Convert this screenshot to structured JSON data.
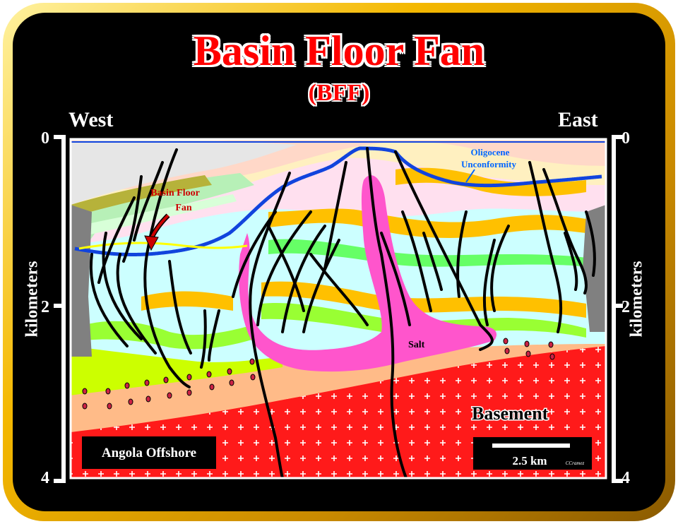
{
  "title": "Basin Floor Fan",
  "subtitle": "(BFF)",
  "directions": {
    "west": "West",
    "east": "East"
  },
  "depth_axis": {
    "label": "kilometers",
    "ticks": [
      "0",
      "2",
      "4"
    ]
  },
  "annotations": {
    "basin_floor_fan_line1": "Basin Floor",
    "basin_floor_fan_line2": "Fan",
    "unconformity_line1": "Oligocene",
    "unconformity_line2": "Unconformity",
    "salt": "Salt",
    "basement": "Basement"
  },
  "location_box": "Angola Offshore",
  "scale_bar": {
    "label": "2.5 km",
    "credit": "CCramez"
  },
  "colors": {
    "frame": "#f4b800",
    "background": "#000000",
    "title": "#ff0000",
    "unconformity": "#1144dd",
    "salt": "#ff55cc",
    "basement": "#ff1a1a",
    "fan_label": "#cc0000"
  }
}
